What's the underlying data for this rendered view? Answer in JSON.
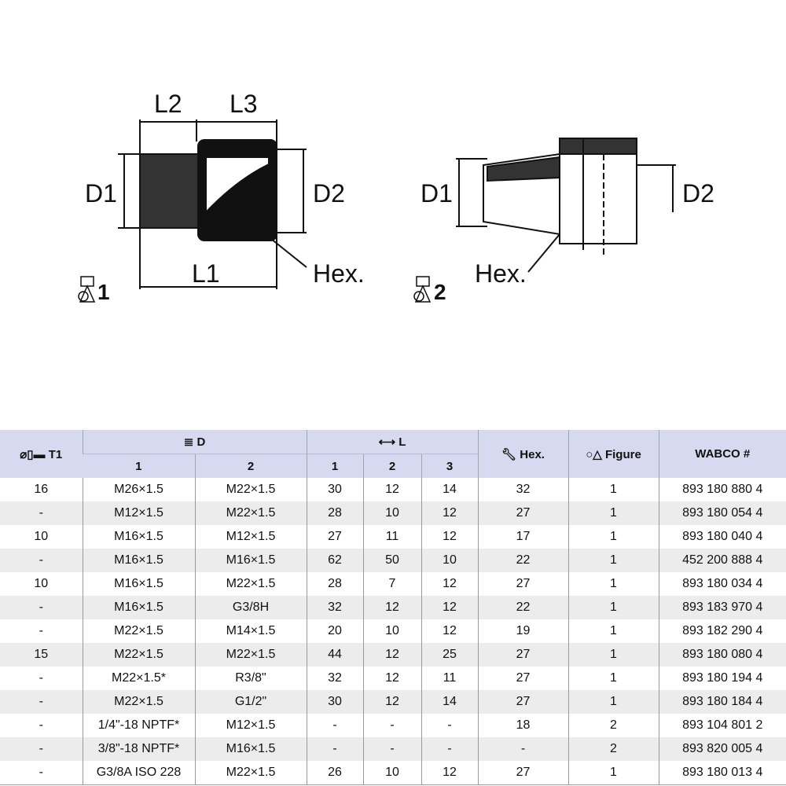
{
  "figure1": {
    "labels": {
      "l2": "L2",
      "l3": "L3",
      "d1": "D1",
      "d2": "D2",
      "l1": "L1",
      "hex": "Hex."
    },
    "number": "1"
  },
  "figure2": {
    "labels": {
      "d1": "D1",
      "d2": "D2",
      "hex": "Hex."
    },
    "number": "2"
  },
  "table": {
    "headers": {
      "t1": "T1",
      "d": "D",
      "l": "L",
      "hex": "Hex.",
      "figure": "Figure",
      "wabco": "WABCO #",
      "d_sub": [
        "1",
        "2"
      ],
      "l_sub": [
        "1",
        "2",
        "3"
      ]
    },
    "rows": [
      [
        "16",
        "M26×1.5",
        "M22×1.5",
        "30",
        "12",
        "14",
        "32",
        "1",
        "893 180 880 4"
      ],
      [
        "-",
        "M12×1.5",
        "M22×1.5",
        "28",
        "10",
        "12",
        "27",
        "1",
        "893 180 054 4"
      ],
      [
        "10",
        "M16×1.5",
        "M12×1.5",
        "27",
        "11",
        "12",
        "17",
        "1",
        "893 180 040 4"
      ],
      [
        "-",
        "M16×1.5",
        "M16×1.5",
        "62",
        "50",
        "10",
        "22",
        "1",
        "452 200 888 4"
      ],
      [
        "10",
        "M16×1.5",
        "M22×1.5",
        "28",
        "7",
        "12",
        "27",
        "1",
        "893 180 034 4"
      ],
      [
        "-",
        "M16×1.5",
        "G3/8H",
        "32",
        "12",
        "12",
        "22",
        "1",
        "893 183 970 4"
      ],
      [
        "-",
        "M22×1.5",
        "M14×1.5",
        "20",
        "10",
        "12",
        "19",
        "1",
        "893 182 290 4"
      ],
      [
        "15",
        "M22×1.5",
        "M22×1.5",
        "44",
        "12",
        "25",
        "27",
        "1",
        "893 180 080 4"
      ],
      [
        "-",
        "M22×1.5*",
        "R3/8\"",
        "32",
        "12",
        "11",
        "27",
        "1",
        "893 180 194 4"
      ],
      [
        "-",
        "M22×1.5",
        "G1/2\"",
        "30",
        "12",
        "14",
        "27",
        "1",
        "893 180 184 4"
      ],
      [
        "-",
        "1/4\"-18 NPTF*",
        "M12×1.5",
        "-",
        "-",
        "-",
        "18",
        "2",
        "893 104 801 2"
      ],
      [
        "-",
        "3/8\"-18 NPTF*",
        "M16×1.5",
        "-",
        "-",
        "-",
        "-",
        "2",
        "893 820 005 4"
      ],
      [
        "-",
        "G3/8A ISO 228",
        "M22×1.5",
        "26",
        "10",
        "12",
        "27",
        "1",
        "893 180 013 4"
      ]
    ]
  }
}
